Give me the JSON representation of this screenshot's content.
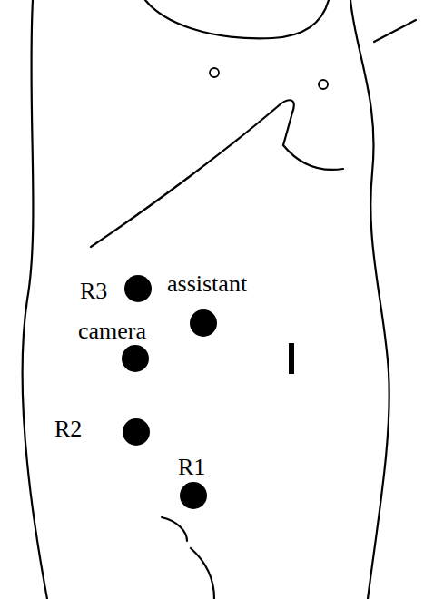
{
  "diagram": {
    "labels": [
      "R3",
      "assistant",
      "camera",
      "R2",
      "R1"
    ]
  }
}
